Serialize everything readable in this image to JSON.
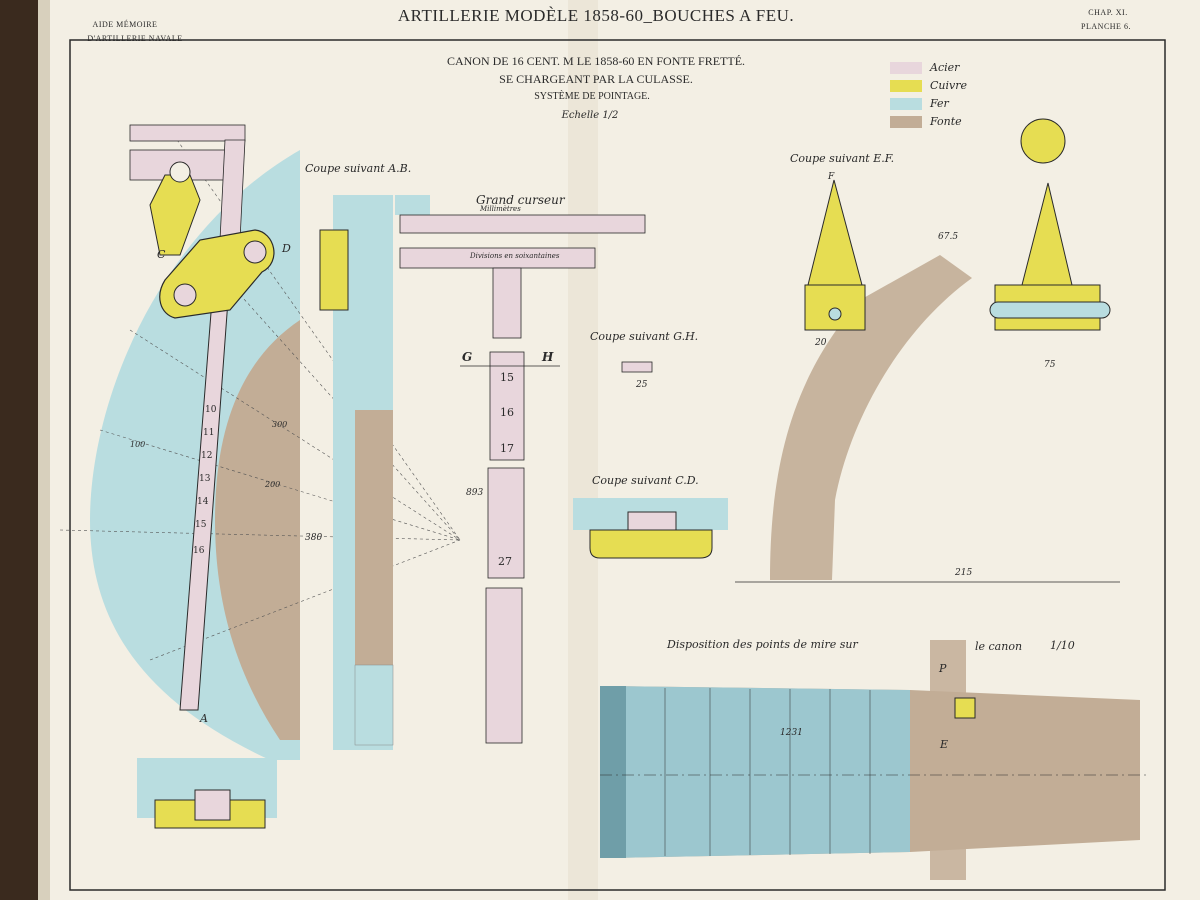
{
  "header": {
    "left_line1": "AIDE MÉMOIRE",
    "left_line2": "D'ARTILLERIE NAVALE",
    "title": "ARTILLERIE MODÈLE 1858-60_BOUCHES A FEU.",
    "right_line1": "CHAP. XI.",
    "right_line2": "PLANCHE 6."
  },
  "subtitle": {
    "line1": "CANON DE 16 CENT. M LE 1858-60 EN FONTE FRETTÉ.",
    "line2": "SE CHARGEANT PAR LA CULASSE.",
    "line3": "SYSTÈME DE POINTAGE.",
    "scale": "Echelle 1/2"
  },
  "legend": [
    {
      "label": "Acier",
      "color": "#e8d6dc"
    },
    {
      "label": "Cuivre",
      "color": "#e6dd52"
    },
    {
      "label": "Fer",
      "color": "#b9dde0"
    },
    {
      "label": "Fonte",
      "color": "#c2ad96"
    }
  ],
  "sections": {
    "coupe_ab": "Coupe suivant A.B.",
    "grand_curseur": "Grand curseur",
    "coupe_gh": "Coupe suivant G.H.",
    "coupe_cd": "Coupe suivant C.D.",
    "coupe_ef": "Coupe suivant E.F.",
    "disposition": "Disposition des points de mire sur",
    "disposition_2": "le canon",
    "disposition_scale": "1/10"
  },
  "labels": {
    "millimetres": "Millimètres",
    "divisions": "Divisions en soixantaines",
    "g": "G",
    "h": "H",
    "a": "A",
    "c": "C",
    "d": "D",
    "e": "E",
    "f": "F",
    "p": "P"
  },
  "scale_marks": {
    "cursor": [
      "15",
      "16",
      "17",
      "27"
    ],
    "hausse": [
      "10",
      "11",
      "12",
      "13",
      "14",
      "15",
      "16"
    ]
  },
  "dimensions": {
    "d_1231": "1231",
    "d_380": "380",
    "d_215": "215",
    "d_675": "67.5",
    "d_20": "20",
    "d_25": "25",
    "d_75": "75",
    "d_893": "893",
    "d_100": "100",
    "d_200": "200",
    "d_300": "300"
  },
  "colors": {
    "paper": "#f3efe4",
    "steel": "#e8d6dc",
    "brass": "#e6dd52",
    "iron": "#b9dde0",
    "cast": "#c2ad96",
    "barrel": "#9cc7cf",
    "ink": "#2a2a2a",
    "binding": "#3a2a1e"
  }
}
